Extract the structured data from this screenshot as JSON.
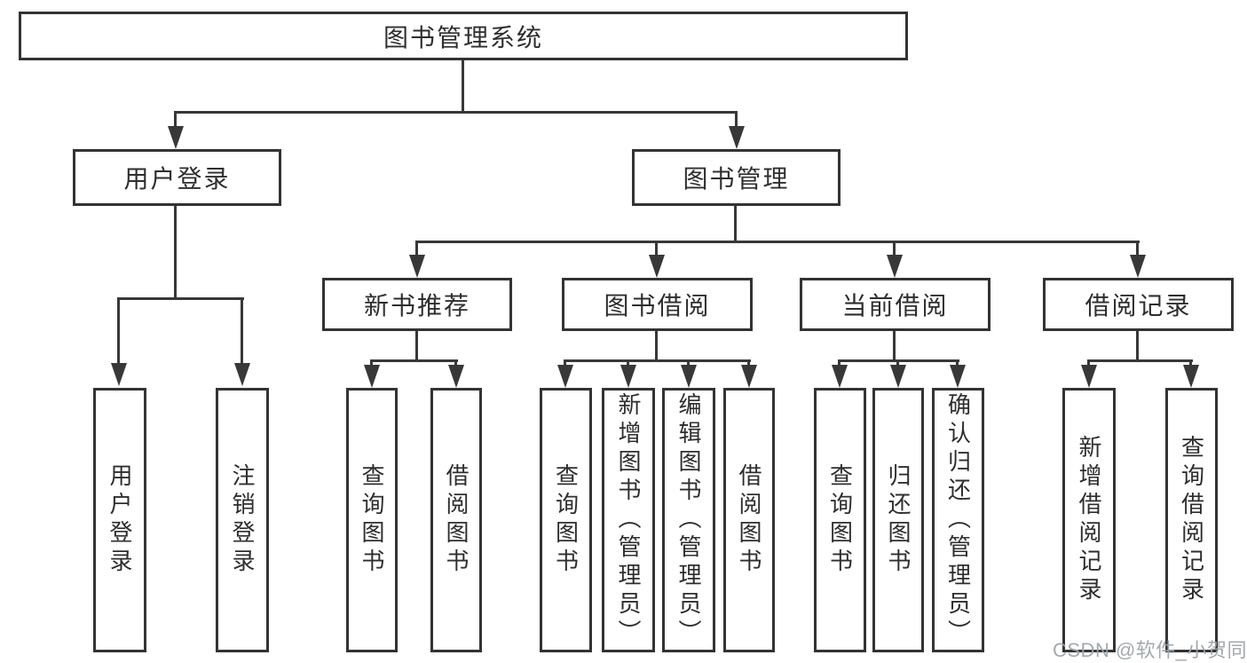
{
  "tree": {
    "root": {
      "label": "图书管理系统"
    },
    "level2": [
      {
        "id": "user-login",
        "label": "用户登录"
      },
      {
        "id": "book-management",
        "label": "图书管理"
      }
    ],
    "level3": [
      {
        "id": "new-books",
        "label": "新书推荐"
      },
      {
        "id": "book-borrow",
        "label": "图书借阅"
      },
      {
        "id": "current-borrow",
        "label": "当前借阅"
      },
      {
        "id": "borrow-records",
        "label": "借阅记录"
      }
    ],
    "leaves": {
      "user_login": [
        {
          "label": "用户登录"
        },
        {
          "label": "注销登录"
        }
      ],
      "new_books": [
        {
          "label": "查询图书"
        },
        {
          "label": "借阅图书"
        }
      ],
      "book_borrow": [
        {
          "label": "查询图书"
        },
        {
          "label": "新增图书（管理员）"
        },
        {
          "label": "编辑图书（管理员）"
        },
        {
          "label": "借阅图书"
        }
      ],
      "current_borrow": [
        {
          "label": "查询图书"
        },
        {
          "label": "归还图书"
        },
        {
          "label": "确认归还（管理员）"
        }
      ],
      "borrow_records": [
        {
          "label": "新增借阅记录"
        },
        {
          "label": "查询借阅记录"
        }
      ]
    }
  },
  "watermark": {
    "text": "CSDN @软件_小贺同学",
    "color": "#9ea4aa"
  },
  "colors": {
    "line": "#383838",
    "box_border": "#333333",
    "text": "#2e2e2e",
    "background": "#ffffff"
  }
}
